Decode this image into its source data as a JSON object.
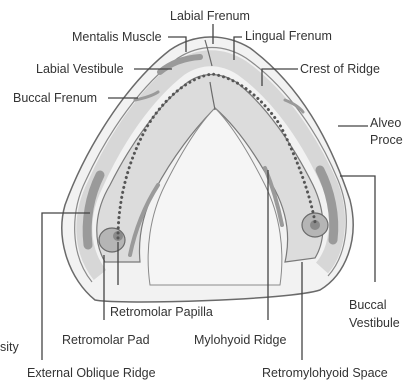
{
  "diagram": {
    "colors": {
      "label_text": "#333333",
      "leader": "#444444",
      "outline": "#6a6a6a",
      "tissue_light": "#ececec",
      "tissue_mid": "#d7d7d7",
      "tissue_dark": "#9a9a9a",
      "crest_dots": "#555555"
    },
    "labels": {
      "labial_frenum": "Labial Frenum",
      "mentalis_muscle": "Mentalis Muscle",
      "lingual_frenum": "Lingual Frenum",
      "labial_vestibule": "Labial Vestibule",
      "crest_of_ridge": "Crest of Ridge",
      "buccal_frenum": "Buccal Frenum",
      "alveolar_process_line1": "Alveo",
      "alveolar_process_line2": "Proce",
      "external_oblique_ridge": "External Oblique Ridge",
      "retromolar_pad": "Retromolar Pad",
      "retromolar_papilla": "Retromolar Papilla",
      "mylohyoid_ridge": "Mylohyoid Ridge",
      "retromylohyoid_space": "Retromylohyoid Space",
      "buccal_vestibule_line1": "Buccal",
      "buccal_vestibule_line2": "Vestibule",
      "cut_off_left": "sity"
    }
  }
}
